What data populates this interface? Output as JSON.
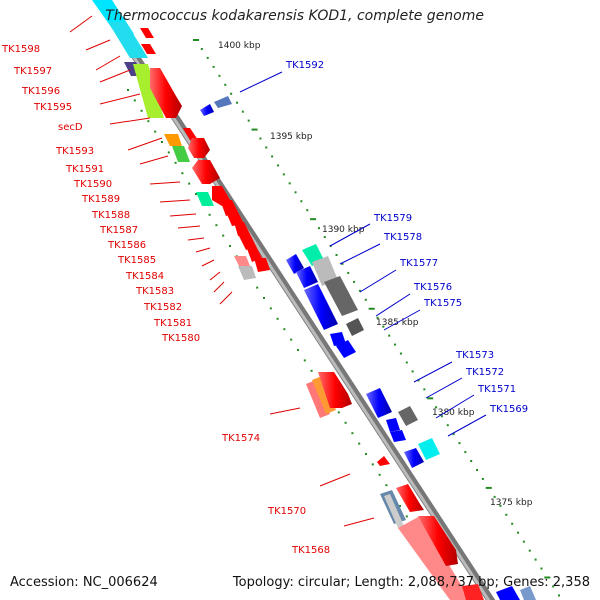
{
  "title": "Thermococcus kodakarensis KOD1, complete genome",
  "footer": {
    "accession": "Accession: NC_006624",
    "stats": "Topology: circular; Length: 2,088,737 bp; Genes: 2,358"
  },
  "scale_labels": [
    "1400 kbp",
    "1395 kbp",
    "1390 kbp",
    "1385 kbp",
    "1380 kbp",
    "1375 kbp"
  ],
  "left_genes": [
    "TK1598",
    "TK1597",
    "TK1596",
    "TK1595",
    "secD",
    "TK1593",
    "TK1591",
    "TK1590",
    "TK1589",
    "TK1588",
    "TK1587",
    "TK1586",
    "TK1585",
    "TK1584",
    "TK1583",
    "TK1582",
    "TK1581",
    "TK1580",
    "TK1574",
    "TK1570",
    "TK1568"
  ],
  "right_genes": [
    "TK1592",
    "TK1579",
    "TK1578",
    "TK1577",
    "TK1576",
    "TK1575",
    "TK1573",
    "TK1572",
    "TK1571",
    "TK1569"
  ],
  "colors": {
    "left_label": "#e00000",
    "right_label": "#0000cc",
    "forward_gene": "#ff0000",
    "reverse_gene": "#0000ff",
    "backbone": "#999999",
    "scale_tick": "#228b22"
  }
}
